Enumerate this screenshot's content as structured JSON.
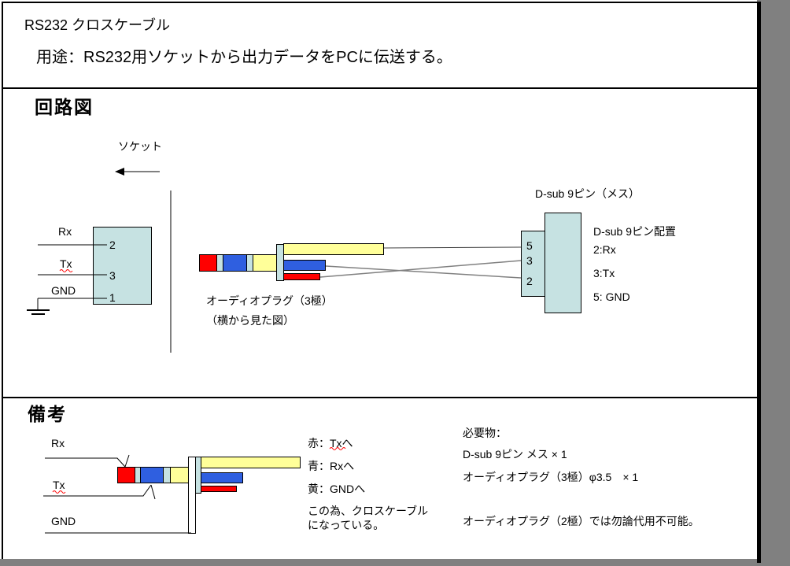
{
  "colors": {
    "window_background": "#808080",
    "page_background": "#FFFFFF",
    "plug_red": "#FF0000",
    "plug_blue": "#2F5FE0",
    "plug_yellow": "#FFFF99",
    "connector_cyan": "#C6E2E2",
    "wire_gray": "#808080",
    "line_black": "#000000",
    "spellcheck_red": "#FF0000"
  },
  "header": {
    "title": "RS232 クロスケーブル",
    "purpose": "用途：RS232用ソケットから出力データをPCに伝送する。"
  },
  "circuit": {
    "heading": "回路図",
    "socket_label": "ソケット",
    "socket": {
      "pin_rx_label": "Rx",
      "pin_tx_label": "Tx",
      "pin_gnd_label": "GND",
      "pin_rx_number": "2",
      "pin_tx_number": "3",
      "pin_gnd_number": "1"
    },
    "plug": {
      "label": "オーディオプラグ（3極）",
      "sublabel": "（横から見た図）"
    },
    "dsub": {
      "title": "D-sub 9ピン（メス）",
      "pin_top": "5",
      "pin_middle": "3",
      "pin_bottom": "2",
      "layout_title": "D-sub 9ピン配置",
      "assignment_rx": "2:Rx",
      "assignment_tx": "3:Tx",
      "assignment_gnd": "5: GND"
    }
  },
  "notes": {
    "heading": "備考",
    "label_rx": "Rx",
    "label_tx": "Tx",
    "label_gnd": "GND",
    "wire_red": "赤：Txへ",
    "wire_blue": "青：Rxへ",
    "wire_yellow": "黄：GNDへ",
    "conclusion_line1": "この為、クロスケーブル",
    "conclusion_line2": "になっている。",
    "requirements_title": "必要物：",
    "requirement_1": "D-sub 9ピン メス × 1",
    "requirement_2": "オーディオプラグ（3極）φ3.5　× 1",
    "caution": "オーディオプラグ（2極）では勿論代用不可能。"
  }
}
